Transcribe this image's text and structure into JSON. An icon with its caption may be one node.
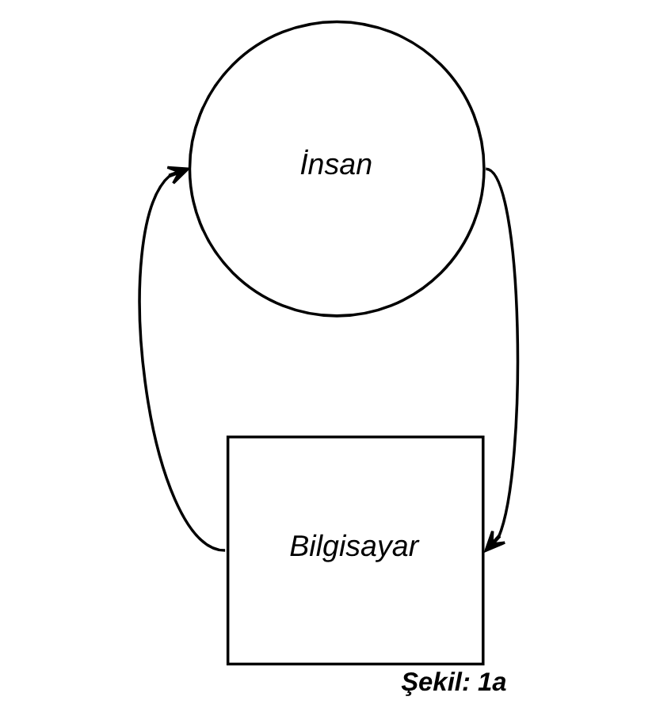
{
  "diagram": {
    "caption": "Şekil: 1a",
    "nodes": [
      {
        "text": [
          "İnsan"
        ]
      },
      {
        "text": [
          "Bilgisayar"
        ]
      }
    ],
    "edges": [
      {
        "from": 1,
        "to": 0,
        "arrow": "to"
      },
      {
        "from": 0,
        "to": 1,
        "arrow": "to"
      }
    ]
  }
}
